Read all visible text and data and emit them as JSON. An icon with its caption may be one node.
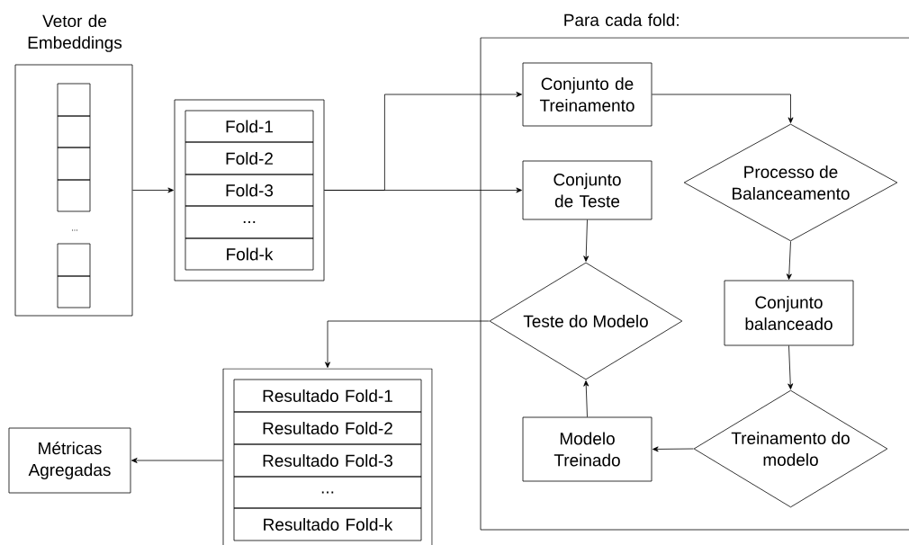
{
  "diagram": {
    "nodes": [
      {
        "text": [
          "Vetor de Embeddings",
          "..."
        ]
      },
      {
        "text": [],
        "shape": "box",
        "in": 0
      },
      {
        "text": [],
        "shape": "box",
        "in": 0
      },
      {
        "text": [],
        "shape": "box",
        "in": 0
      },
      {
        "text": [],
        "shape": "box",
        "in": 0
      },
      {
        "text": [],
        "shape": "box",
        "in": 0
      },
      {
        "text": [],
        "shape": "box",
        "in": 0
      },
      {
        "text": [],
        "shape": "box"
      },
      {
        "text": [
          "Fold-1"
        ],
        "in": 7
      },
      {
        "text": [
          "Fold-2"
        ],
        "in": 7
      },
      {
        "text": [
          "Fold-3"
        ],
        "in": 7
      },
      {
        "text": [
          "..."
        ],
        "in": 7
      },
      {
        "text": [
          "Fold-k"
        ],
        "in": 7
      },
      {
        "text": [
          "Para cada fold:"
        ]
      },
      {
        "text": [
          "Conjunto de Treinamento"
        ],
        "in": 13
      },
      {
        "text": [
          "Conjunto de Teste"
        ],
        "in": 13
      },
      {
        "text": [
          "Processo de Balanceamento"
        ],
        "in": 13
      },
      {
        "text": [
          "Teste do Modelo"
        ],
        "in": 13
      },
      {
        "text": [
          "Conjunto balanceado"
        ],
        "in": 13
      },
      {
        "text": [
          "Modelo Treinado"
        ],
        "in": 13
      },
      {
        "text": [
          "Treinamento do modelo"
        ],
        "in": 13
      },
      {
        "text": [],
        "shape": "box"
      },
      {
        "text": [
          "Resultado Fold-1"
        ],
        "in": 21
      },
      {
        "text": [
          "Resultado Fold-2"
        ],
        "in": 21
      },
      {
        "text": [
          "Resultado Fold-3"
        ],
        "in": 21
      },
      {
        "text": [
          "..."
        ],
        "in": 21
      },
      {
        "text": [
          "Resultado Fold-k"
        ],
        "in": 21
      },
      {
        "text": [
          "Métricas Agregadas"
        ]
      }
    ],
    "edges": [
      {
        "from": 0,
        "to": 7,
        "arrow": "to"
      },
      {
        "from": 7,
        "to": 14,
        "arrow": "to"
      },
      {
        "from": 7,
        "to": 15,
        "arrow": "to"
      },
      {
        "from": 14,
        "to": 16,
        "arrow": "to"
      },
      {
        "from": 15,
        "to": 17,
        "arrow": "to"
      },
      {
        "from": 16,
        "to": 18,
        "arrow": "to"
      },
      {
        "from": 18,
        "to": 20,
        "arrow": "to"
      },
      {
        "from": 20,
        "to": 19,
        "arrow": "to"
      },
      {
        "from": 19,
        "to": 17,
        "arrow": "to"
      },
      {
        "from": 17,
        "to": 21,
        "arrow": "to"
      },
      {
        "from": 21,
        "to": 27,
        "arrow": "to"
      }
    ]
  }
}
